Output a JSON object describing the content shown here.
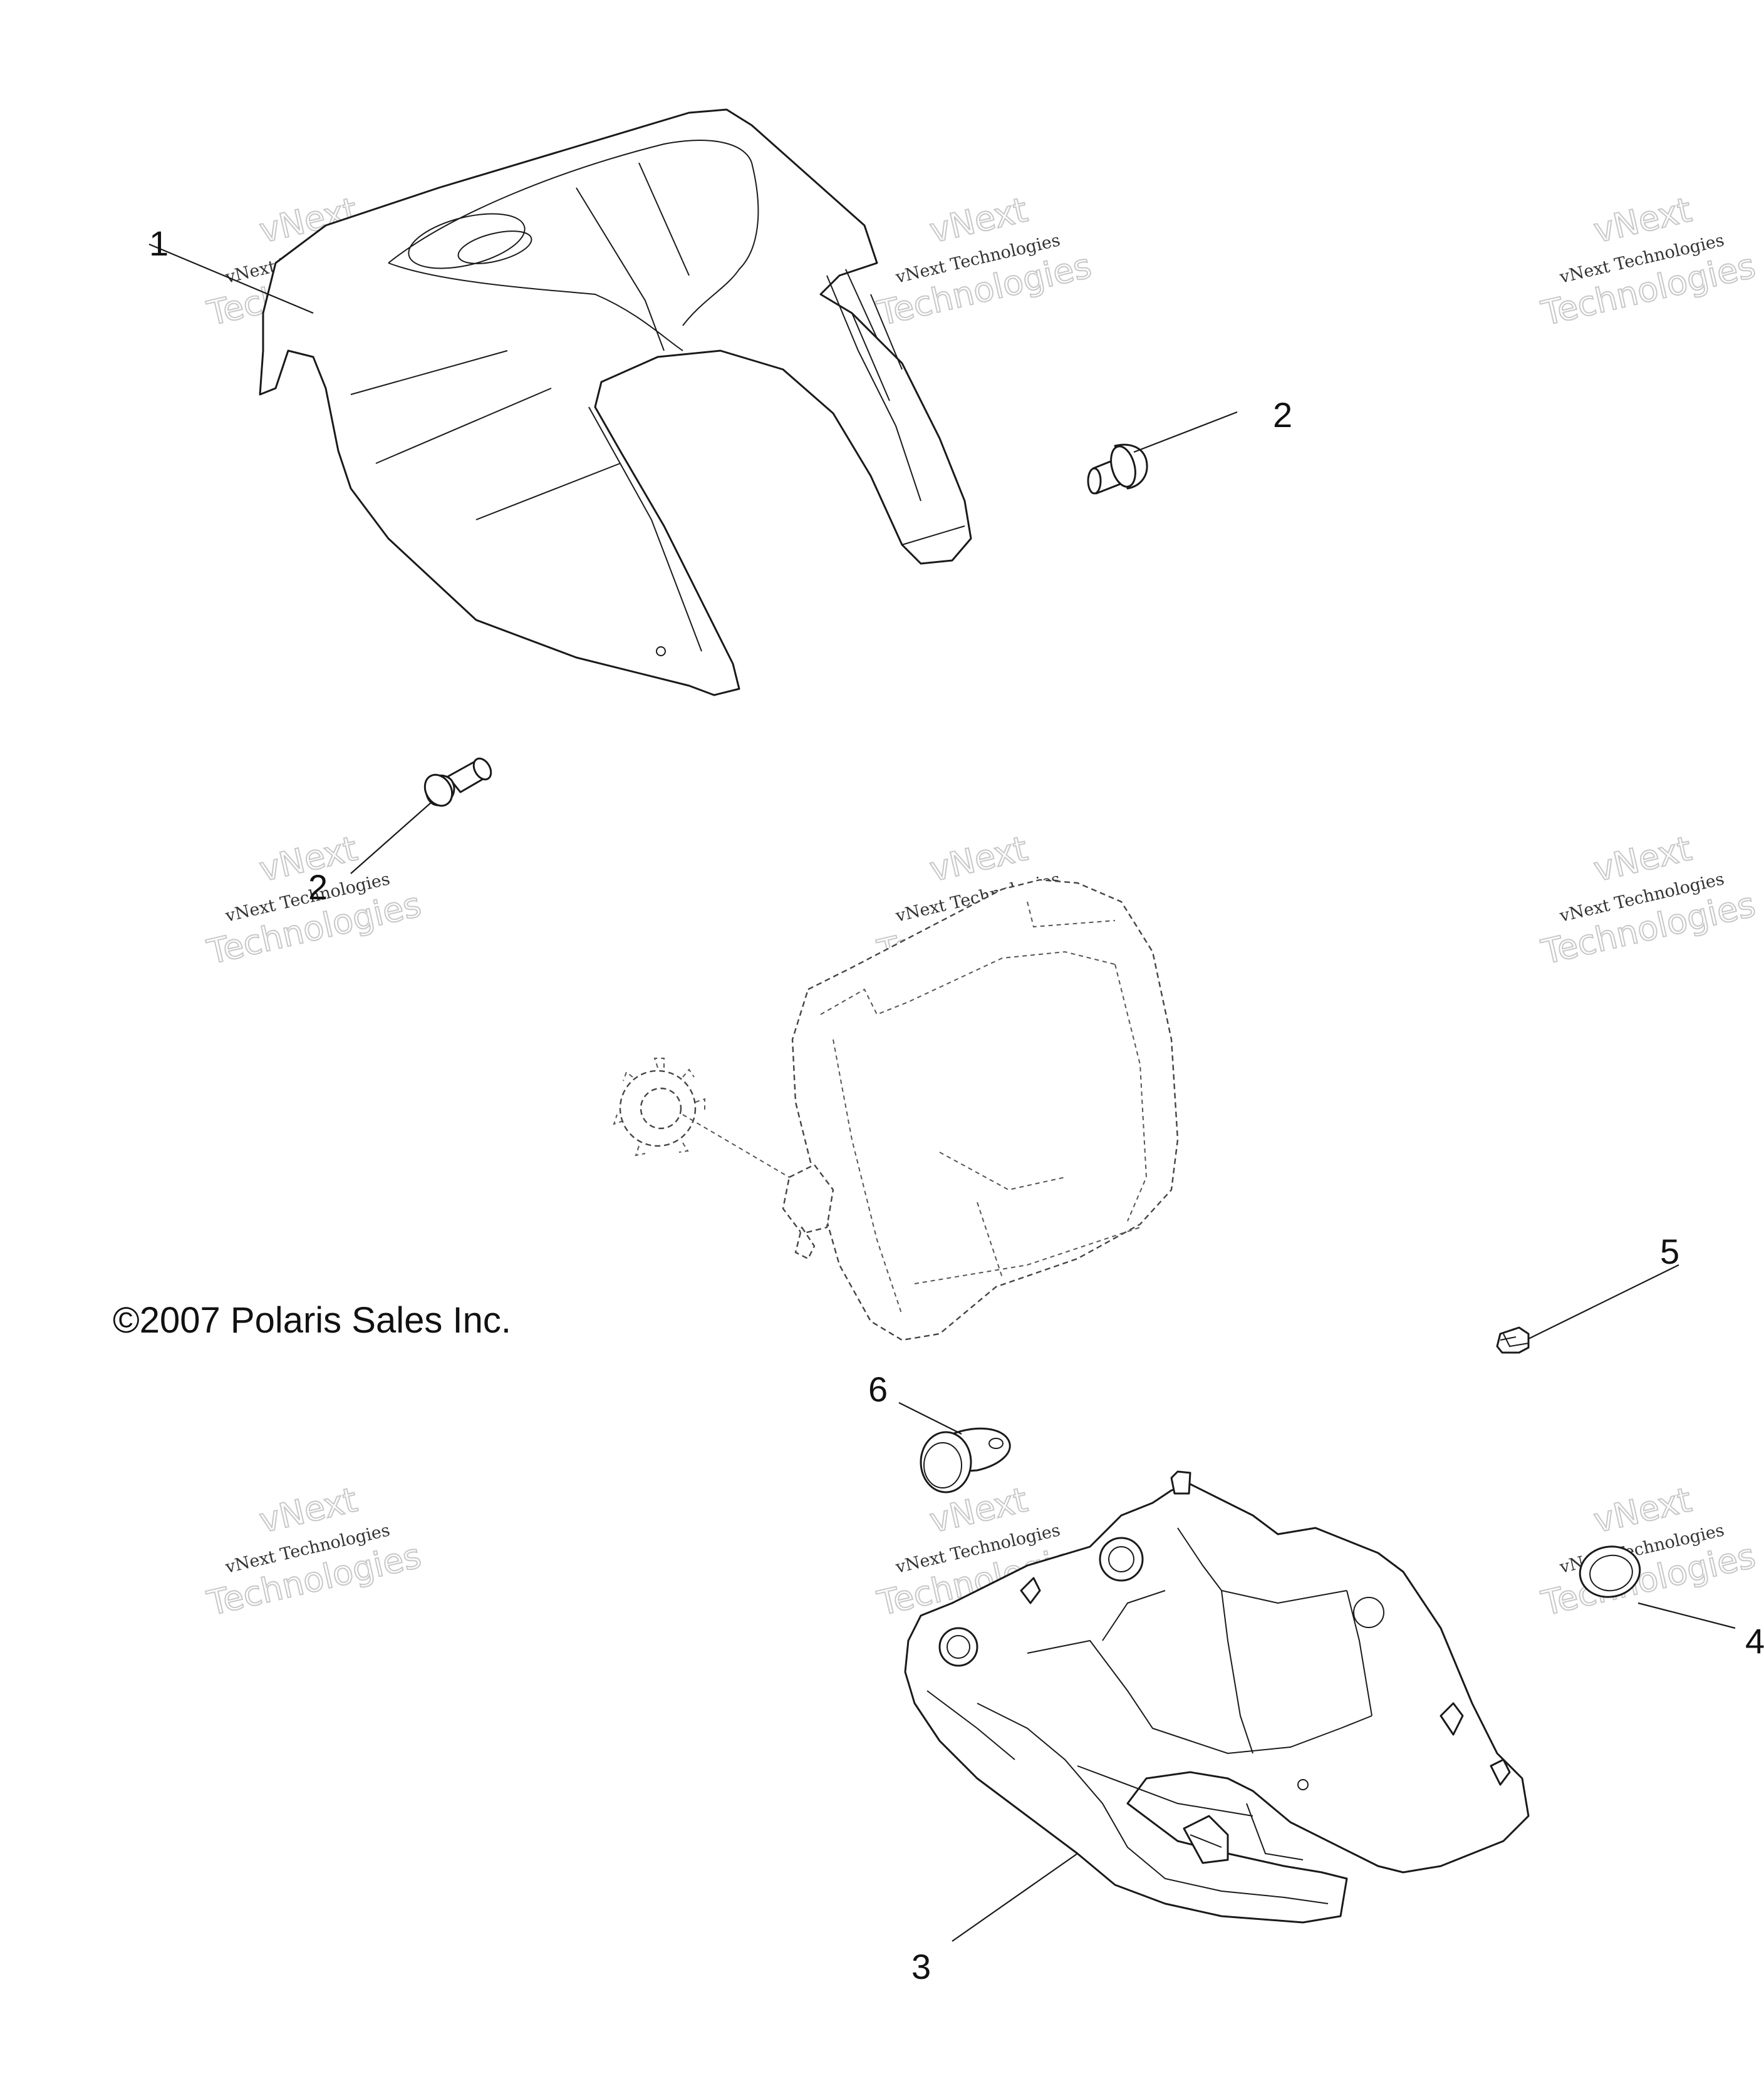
{
  "copyright": "©2007 Polaris Sales Inc.",
  "callouts": [
    "1",
    "2",
    "2",
    "3",
    "4",
    "5",
    "6"
  ],
  "watermark": {
    "line1": "vNext",
    "line2": "vNext Technologies",
    "line3": "Technologies"
  },
  "parts": [
    {
      "number": "1",
      "icon": "headlight-pod-upper-cover-icon"
    },
    {
      "number": "2",
      "icon": "screw-icon"
    },
    {
      "number": "3",
      "icon": "headlight-pod-lower-cover-icon"
    },
    {
      "number": "4",
      "icon": "grommet-icon"
    },
    {
      "number": "5",
      "icon": "clip-nut-icon"
    },
    {
      "number": "6",
      "icon": "cap-icon"
    }
  ]
}
